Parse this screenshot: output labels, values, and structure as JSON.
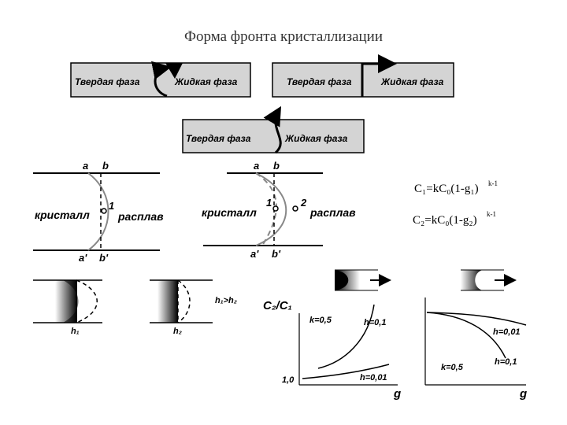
{
  "title": "Форма фронта кристаллизации",
  "boxes": {
    "solid": "Твердая фаза",
    "liquid": "Жидкая фаза"
  },
  "labels": {
    "a": "a",
    "b": "b",
    "a_prime": "a'",
    "b_prime": "b'",
    "one": "1",
    "two": "2",
    "crystal": "кристалл",
    "melt": "расплав",
    "h1": "h₁",
    "h2": "h₂",
    "h1_gt_h2": "h₁>h₂"
  },
  "formulas": {
    "c1": "C₁=kC₀(1-g₁)",
    "c1_exp": "k-1",
    "c2": "C₂=kC₀(1-g₂)",
    "c2_exp": "k-1"
  },
  "graph1": {
    "ylabel": "C₂/C₁",
    "k_label": "k=0,5",
    "h1_label": "h=0,1",
    "h2_label": "h=0,01",
    "y_tick": "1,0",
    "xlabel": "g"
  },
  "graph2": {
    "h1_label": "h=0,01",
    "h2_label": "h=0,1",
    "k_label": "k=0,5",
    "xlabel": "g"
  },
  "colors": {
    "box_fill": "#d4d4d4",
    "line": "#000000",
    "curve_gray": "#888888"
  }
}
